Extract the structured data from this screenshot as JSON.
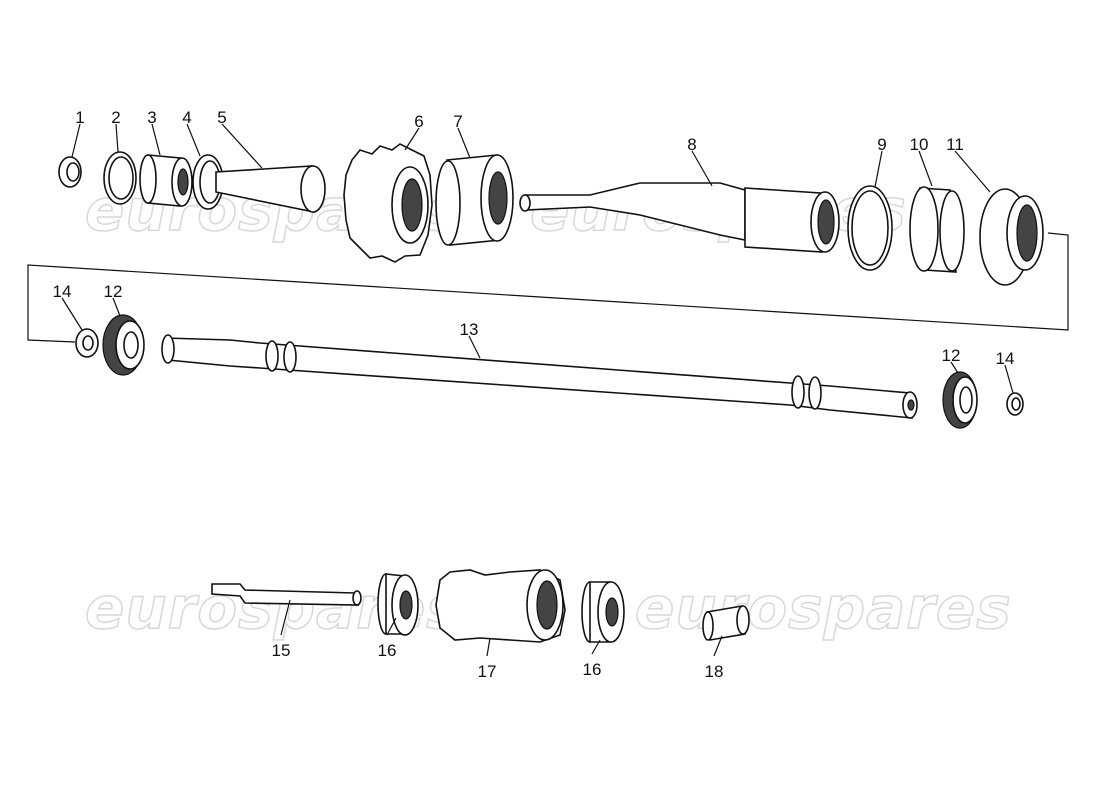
{
  "diagram": {
    "watermark": "eurospares",
    "callouts": [
      {
        "id": "c1",
        "text": "1"
      },
      {
        "id": "c2",
        "text": "2"
      },
      {
        "id": "c3",
        "text": "3"
      },
      {
        "id": "c4",
        "text": "4"
      },
      {
        "id": "c5",
        "text": "5"
      },
      {
        "id": "c6",
        "text": "6"
      },
      {
        "id": "c7",
        "text": "7"
      },
      {
        "id": "c8",
        "text": "8"
      },
      {
        "id": "c9",
        "text": "9"
      },
      {
        "id": "c10",
        "text": "10"
      },
      {
        "id": "c11",
        "text": "11"
      },
      {
        "id": "c14a",
        "text": "14"
      },
      {
        "id": "c12a",
        "text": "12"
      },
      {
        "id": "c13",
        "text": "13"
      },
      {
        "id": "c12b",
        "text": "12"
      },
      {
        "id": "c14b",
        "text": "14"
      },
      {
        "id": "c15",
        "text": "15"
      },
      {
        "id": "c16a",
        "text": "16"
      },
      {
        "id": "c17",
        "text": "17"
      },
      {
        "id": "c16b",
        "text": "16"
      },
      {
        "id": "c18",
        "text": "18"
      }
    ]
  }
}
